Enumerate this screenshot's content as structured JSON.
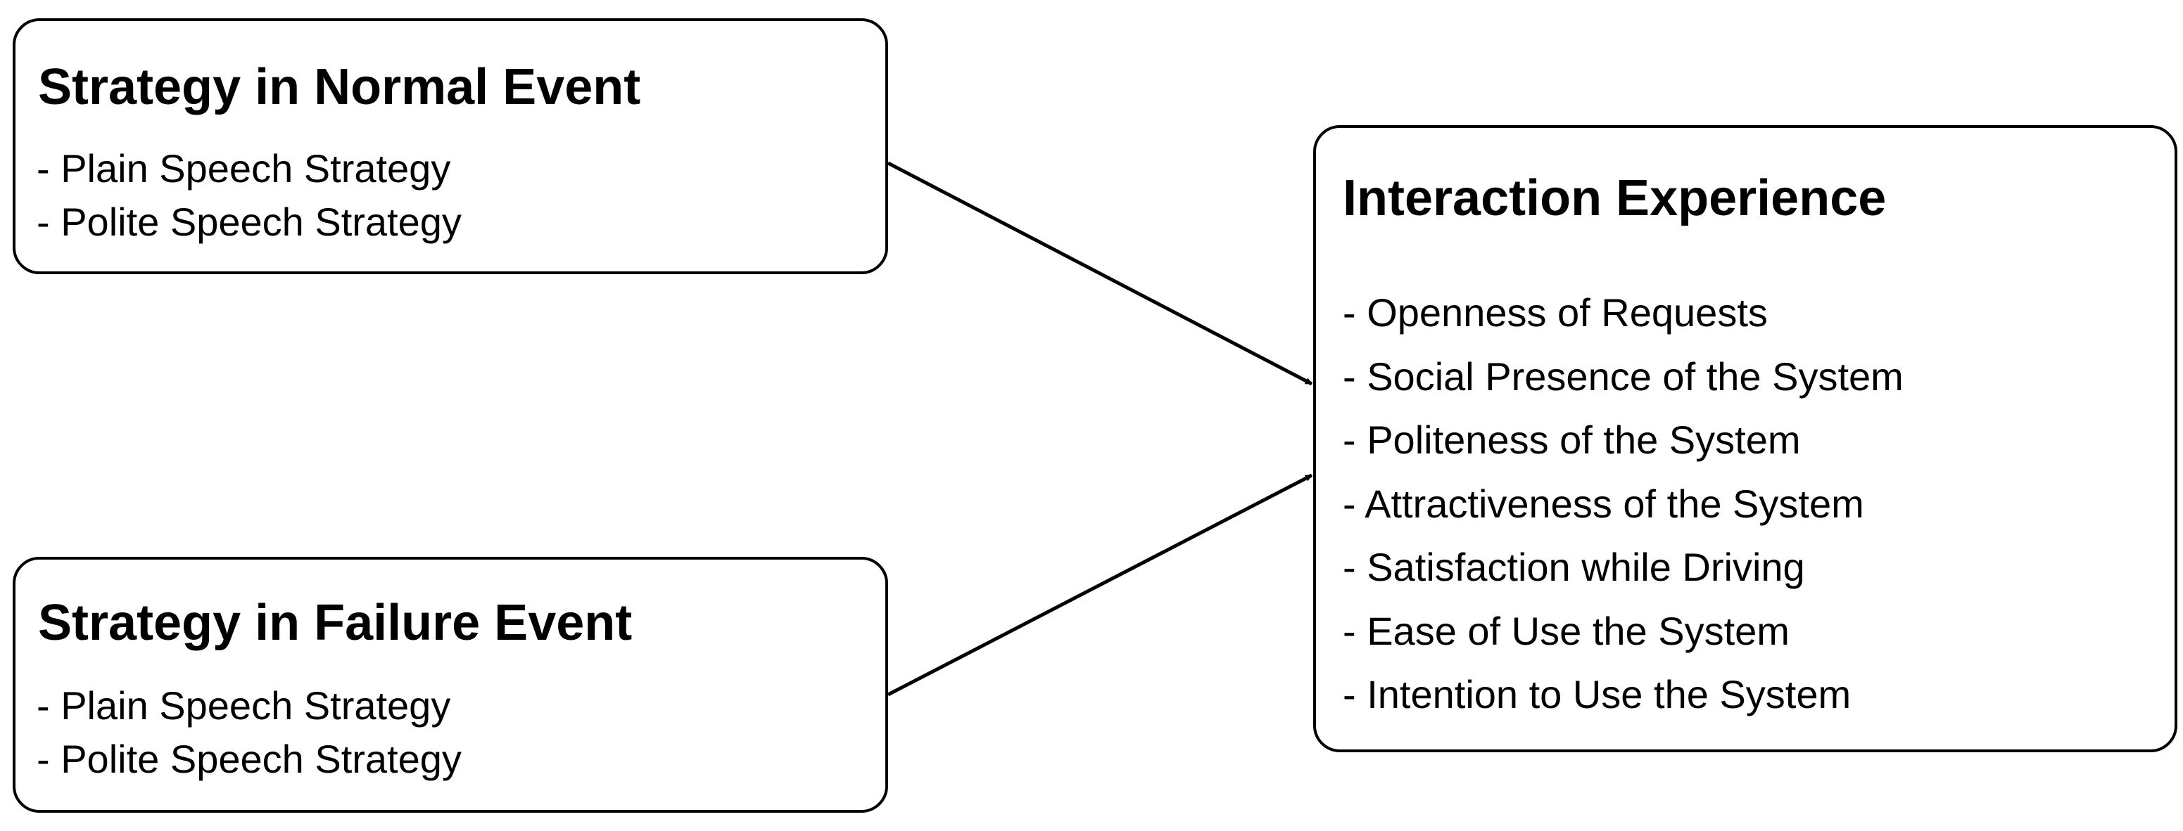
{
  "nodes": {
    "normal_event": {
      "title": "Strategy in Normal Event",
      "items": [
        "- Plain Speech Strategy",
        "- Polite Speech Strategy"
      ]
    },
    "failure_event": {
      "title": "Strategy in Failure Event",
      "items": [
        "- Plain Speech Strategy",
        "- Polite Speech Strategy"
      ]
    },
    "interaction_experience": {
      "title": "Interaction Experience",
      "items": [
        "- Openness of Requests",
        "- Social Presence of the System",
        "- Politeness of the System",
        "- Attractiveness of the System",
        "- Satisfaction while Driving",
        "- Ease of Use the System",
        "- Intention to Use the System"
      ]
    }
  },
  "edges": [
    {
      "from": "normal_event",
      "to": "interaction_experience"
    },
    {
      "from": "failure_event",
      "to": "interaction_experience"
    }
  ]
}
